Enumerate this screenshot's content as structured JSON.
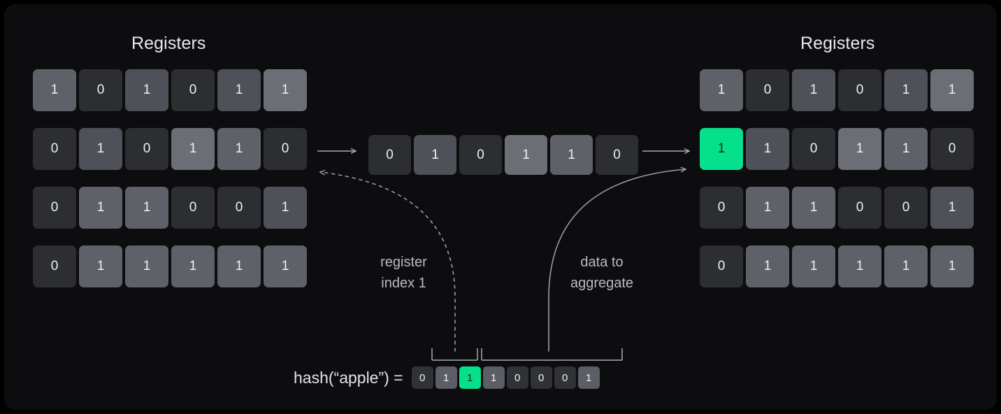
{
  "diagram": {
    "background": "#0d0d0f",
    "accent_color": "#05e08c",
    "cell_zero_color": "#2c2e31",
    "cell_one_color": "#55585e"
  },
  "left_panel": {
    "title": "Registers",
    "rows": [
      {
        "cells": [
          {
            "value": "1",
            "shade": "s2",
            "highlight": false
          },
          {
            "value": "0",
            "shade": "",
            "highlight": false
          },
          {
            "value": "1",
            "shade": "s1",
            "highlight": false
          },
          {
            "value": "0",
            "shade": "",
            "highlight": false
          },
          {
            "value": "1",
            "shade": "s1",
            "highlight": false
          },
          {
            "value": "1",
            "shade": "s3",
            "highlight": false
          }
        ]
      },
      {
        "cells": [
          {
            "value": "0",
            "shade": "",
            "highlight": false
          },
          {
            "value": "1",
            "shade": "s1",
            "highlight": false
          },
          {
            "value": "0",
            "shade": "",
            "highlight": false
          },
          {
            "value": "1",
            "shade": "s3",
            "highlight": false
          },
          {
            "value": "1",
            "shade": "s2",
            "highlight": false
          },
          {
            "value": "0",
            "shade": "",
            "highlight": false
          }
        ]
      },
      {
        "cells": [
          {
            "value": "0",
            "shade": "",
            "highlight": false
          },
          {
            "value": "1",
            "shade": "s2",
            "highlight": false
          },
          {
            "value": "1",
            "shade": "s2",
            "highlight": false
          },
          {
            "value": "0",
            "shade": "",
            "highlight": false
          },
          {
            "value": "0",
            "shade": "",
            "highlight": false
          },
          {
            "value": "1",
            "shade": "s1",
            "highlight": false
          }
        ]
      },
      {
        "cells": [
          {
            "value": "0",
            "shade": "",
            "highlight": false
          },
          {
            "value": "1",
            "shade": "s2",
            "highlight": false
          },
          {
            "value": "1",
            "shade": "s2",
            "highlight": false
          },
          {
            "value": "1",
            "shade": "s2",
            "highlight": false
          },
          {
            "value": "1",
            "shade": "s2",
            "highlight": false
          },
          {
            "value": "1",
            "shade": "s2",
            "highlight": false
          }
        ]
      }
    ]
  },
  "right_panel": {
    "title": "Registers",
    "rows": [
      {
        "cells": [
          {
            "value": "1",
            "shade": "s2",
            "highlight": false
          },
          {
            "value": "0",
            "shade": "",
            "highlight": false
          },
          {
            "value": "1",
            "shade": "s1",
            "highlight": false
          },
          {
            "value": "0",
            "shade": "",
            "highlight": false
          },
          {
            "value": "1",
            "shade": "s1",
            "highlight": false
          },
          {
            "value": "1",
            "shade": "s3",
            "highlight": false
          }
        ]
      },
      {
        "cells": [
          {
            "value": "1",
            "shade": "",
            "highlight": true
          },
          {
            "value": "1",
            "shade": "s1",
            "highlight": false
          },
          {
            "value": "0",
            "shade": "",
            "highlight": false
          },
          {
            "value": "1",
            "shade": "s3",
            "highlight": false
          },
          {
            "value": "1",
            "shade": "s2",
            "highlight": false
          },
          {
            "value": "0",
            "shade": "",
            "highlight": false
          }
        ]
      },
      {
        "cells": [
          {
            "value": "0",
            "shade": "",
            "highlight": false
          },
          {
            "value": "1",
            "shade": "s2",
            "highlight": false
          },
          {
            "value": "1",
            "shade": "s2",
            "highlight": false
          },
          {
            "value": "0",
            "shade": "",
            "highlight": false
          },
          {
            "value": "0",
            "shade": "",
            "highlight": false
          },
          {
            "value": "1",
            "shade": "s1",
            "highlight": false
          }
        ]
      },
      {
        "cells": [
          {
            "value": "0",
            "shade": "",
            "highlight": false
          },
          {
            "value": "1",
            "shade": "s2",
            "highlight": false
          },
          {
            "value": "1",
            "shade": "s2",
            "highlight": false
          },
          {
            "value": "1",
            "shade": "s2",
            "highlight": false
          },
          {
            "value": "1",
            "shade": "s2",
            "highlight": false
          },
          {
            "value": "1",
            "shade": "s2",
            "highlight": false
          }
        ]
      }
    ]
  },
  "middle_register": {
    "cells": [
      {
        "value": "0",
        "shade": "",
        "highlight": false
      },
      {
        "value": "1",
        "shade": "s1",
        "highlight": false
      },
      {
        "value": "0",
        "shade": "",
        "highlight": false
      },
      {
        "value": "1",
        "shade": "s3",
        "highlight": false
      },
      {
        "value": "1",
        "shade": "s2",
        "highlight": false
      },
      {
        "value": "0",
        "shade": "",
        "highlight": false
      }
    ]
  },
  "hash": {
    "label": "hash(“apple”) =",
    "bits": [
      {
        "value": "0",
        "highlight": false
      },
      {
        "value": "1",
        "highlight": false
      },
      {
        "value": "1",
        "highlight": true
      },
      {
        "value": "1",
        "highlight": false
      },
      {
        "value": "0",
        "highlight": false
      },
      {
        "value": "0",
        "highlight": false
      },
      {
        "value": "0",
        "highlight": false
      },
      {
        "value": "1",
        "highlight": false
      }
    ],
    "brackets": [
      {
        "name": "register-index-bracket",
        "from_bit": 0,
        "to_bit": 1
      },
      {
        "name": "data-bracket",
        "from_bit": 2,
        "to_bit": 7
      }
    ]
  },
  "annotations": {
    "register_index": "register\nindex 1",
    "register_index_line1": "register",
    "register_index_line2": "index 1",
    "data_to_aggregate_line1": "data to",
    "data_to_aggregate_line2": "aggregate"
  }
}
